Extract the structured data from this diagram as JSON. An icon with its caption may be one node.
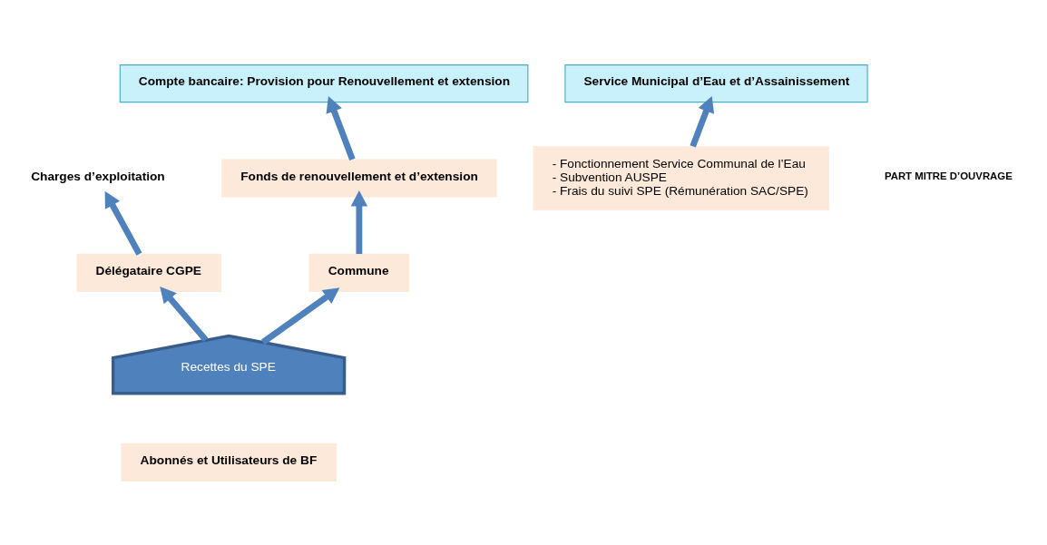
{
  "diagram": {
    "nodes": [
      {
        "text": [
          "Abonnés et Utilisateurs de BF"
        ]
      },
      {
        "text": [
          "Recettes du SPE"
        ]
      },
      {
        "text": [
          "Délégataire CGPE"
        ]
      },
      {
        "text": [
          "Commune"
        ]
      },
      {
        "text": [
          "Charges d’exploitation"
        ]
      },
      {
        "text": [
          "Fonds de renouvellement et d’extension"
        ]
      },
      {
        "text": [
          "- Fonctionnement Service Communal de l’Eau",
          "- Subvention AUSPE",
          "- Frais du suivi SPE (Rémunération SAC/SPE)"
        ]
      },
      {
        "text": [
          "Compte bancaire: Provision pour Renouvellement et extension"
        ]
      },
      {
        "text": [
          "Service Municipal d’Eau et d’Assainissement"
        ]
      }
    ],
    "edges": [
      {
        "from": 1,
        "to": 2,
        "arrow": "to"
      },
      {
        "from": 1,
        "to": 3,
        "arrow": "to"
      },
      {
        "from": 2,
        "to": 4,
        "arrow": "to"
      },
      {
        "from": 3,
        "to": 5,
        "arrow": "to"
      },
      {
        "from": 5,
        "to": 7,
        "arrow": "to"
      },
      {
        "from": 6,
        "to": 8,
        "arrow": "to"
      }
    ],
    "labels": [
      "PART MITRE D’OUVRAGE"
    ]
  }
}
